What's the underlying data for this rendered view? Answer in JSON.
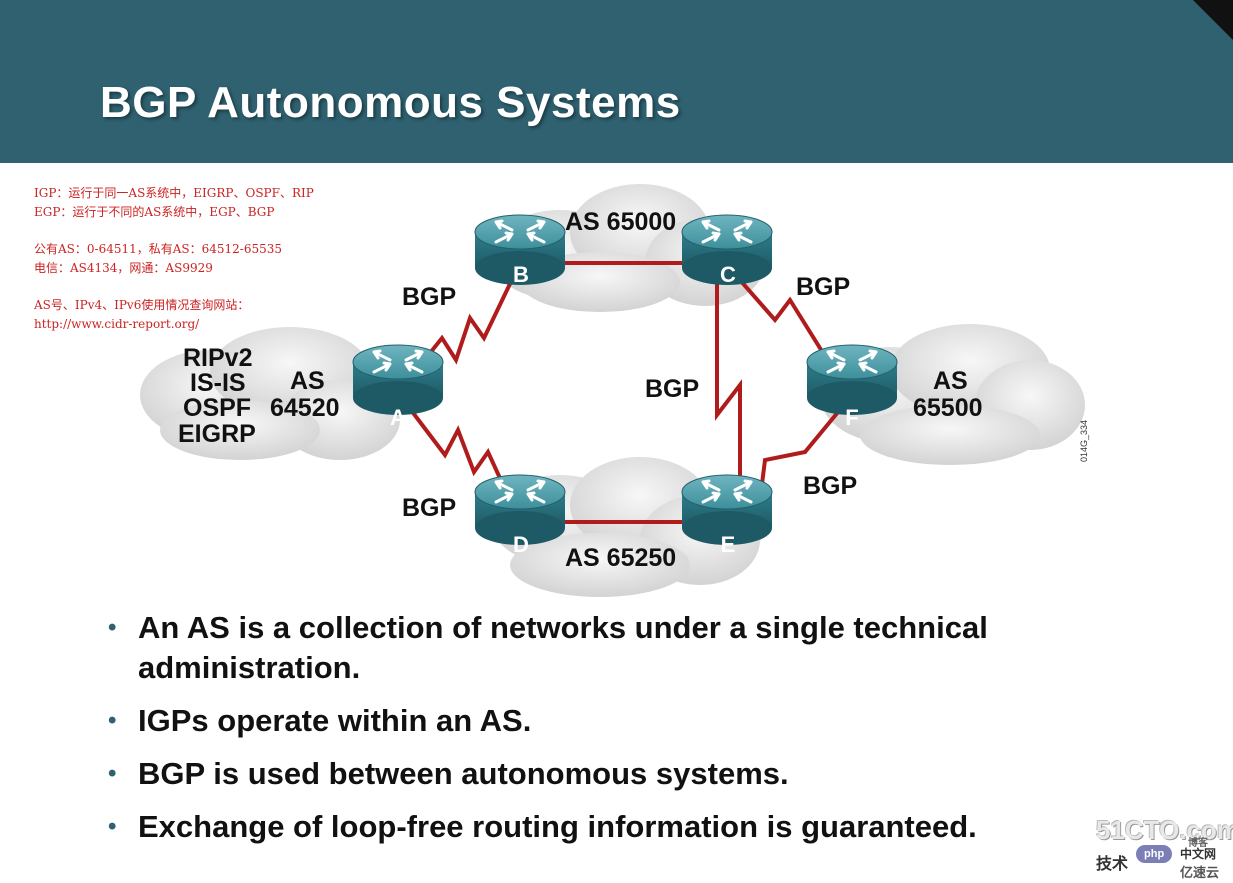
{
  "title": "BGP Autonomous Systems",
  "notes": {
    "line1": "IGP：运行于同一AS系统中，EIGRP、OSPF、RIP",
    "line2": "EGP：运行于不同的AS系统中，EGP、BGP",
    "line3": "公有AS：0-64511，私有AS：64512-65535",
    "line4": "电信：AS4134，网通：AS9929",
    "line5": "AS号、IPv4、IPv6使用情况查询网站：",
    "line6": "http://www.cidr-report.org/"
  },
  "diagram": {
    "routers": {
      "a": "A",
      "b": "B",
      "c": "C",
      "d": "D",
      "e": "E",
      "f": "F"
    },
    "as_top": "AS 65000",
    "as_bottom": "AS 65250",
    "as_left_word": "AS",
    "as_left_num": "64520",
    "as_right_word": "AS",
    "as_right_num": "65500",
    "igp_list": [
      "RIPv2",
      "IS-IS",
      "OSPF",
      "EIGRP"
    ],
    "link_labels": {
      "ab": "BGP",
      "cf": "BGP",
      "ce": "BGP",
      "ad": "BGP",
      "ef": "BGP"
    },
    "figure_code": "014G_334",
    "colors": {
      "link": "#b01c1c",
      "router": "#2f7f8c",
      "header": "#2f6170"
    }
  },
  "bullets": [
    "An AS is a collection of networks under a single technical administration.",
    "IGPs operate within an AS.",
    "BGP is used between autonomous systems.",
    "Exchange of loop-free routing information is guaranteed."
  ],
  "watermark": {
    "site": "51CTO.com",
    "sub1": "技术",
    "sub2": "博客",
    "sub3": "亿速云",
    "php": "php",
    "php_cn": "中文网"
  }
}
